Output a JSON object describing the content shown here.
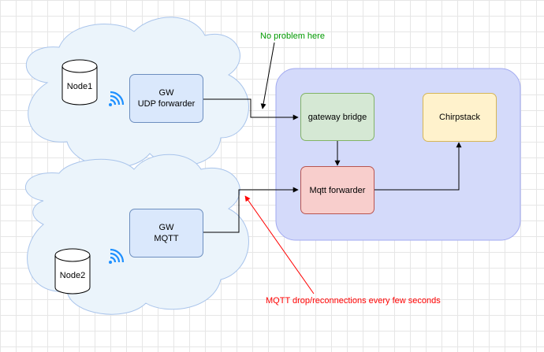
{
  "nodes": {
    "node1": "Node1",
    "node2": "Node2",
    "gw_udp": "GW\nUDP forwarder",
    "gw_mqtt": "GW\nMQTT",
    "gateway_bridge": "gateway bridge",
    "mqtt_forwarder": "Mqtt forwarder",
    "chirpstack": "Chirpstack"
  },
  "annotations": {
    "no_problem": "No problem here",
    "mqtt_drop": "MQTT drop/reconnections every few seconds"
  },
  "colors": {
    "cloud_fill": "#ebf4fb",
    "cloud_stroke": "#a9c4eb",
    "container_fill": "#d4dafa",
    "container_stroke": "#a1a9f0",
    "gw_fill": "#dae8fc",
    "gw_stroke": "#6c8ebf",
    "bridge_fill": "#d5e8d4",
    "bridge_stroke": "#82b366",
    "mqtt_fill": "#f8cecc",
    "mqtt_stroke": "#b85450",
    "chirp_fill": "#fff2cc",
    "chirp_stroke": "#d6b656",
    "green_note": "#009900",
    "red_note": "#ff0000",
    "wifi_icon": "#1e90ff"
  },
  "icons": [
    "database-icon",
    "wifi-icon"
  ]
}
